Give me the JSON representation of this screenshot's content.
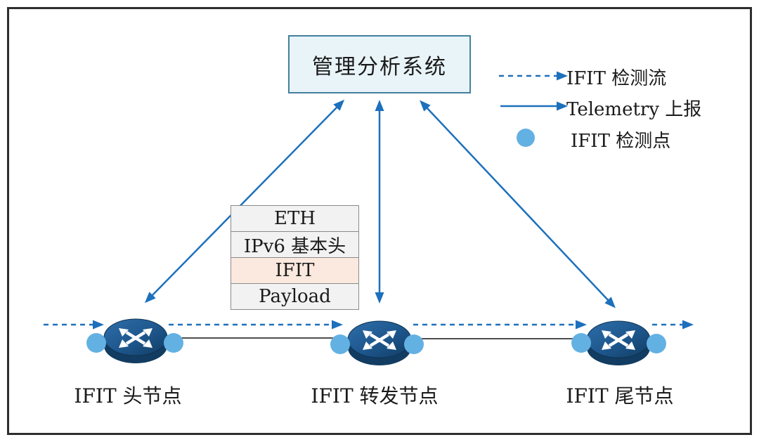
{
  "diagram": {
    "title_box": {
      "label": "管理分析系统"
    },
    "legend": {
      "items": [
        {
          "icon": "dashed-arrow",
          "label": "IFIT 检测流"
        },
        {
          "icon": "solid-arrow",
          "label": "Telemetry 上报"
        },
        {
          "icon": "dot",
          "label": "IFIT 检测点"
        }
      ]
    },
    "packet_stack": {
      "rows": [
        {
          "label": "ETH",
          "highlight": false
        },
        {
          "label": "IPv6 基本头",
          "highlight": false
        },
        {
          "label": "IFIT",
          "highlight": true
        },
        {
          "label": "Payload",
          "highlight": false
        }
      ]
    },
    "nodes": [
      {
        "label": "IFIT 头节点",
        "role": "head"
      },
      {
        "label": "IFIT 转发节点",
        "role": "transit"
      },
      {
        "label": "IFIT 尾节点",
        "role": "tail"
      }
    ],
    "colors": {
      "arrow_blue": "#1c70bc",
      "detection_point_blue": "#63b1e3",
      "router_body_dark": "#16456f",
      "router_body_light": "#2f6ea9",
      "box_fill": "#e9f4f9",
      "box_border": "#43809e",
      "stack_fill": "#f2f2f2",
      "stack_highlight_fill": "#fbe9df",
      "stack_border": "#8a8a8a",
      "physical_link": "#4d4d4d",
      "frame": "#2e2e2e"
    }
  }
}
